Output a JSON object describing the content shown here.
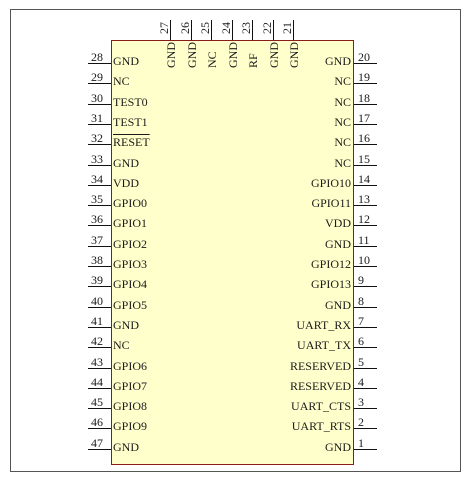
{
  "left_pins": [
    {
      "num": "28",
      "name": "GND"
    },
    {
      "num": "29",
      "name": "NC"
    },
    {
      "num": "30",
      "name": "TEST0"
    },
    {
      "num": "31",
      "name": "TEST1"
    },
    {
      "num": "32",
      "name": "RESET"
    },
    {
      "num": "33",
      "name": "GND"
    },
    {
      "num": "34",
      "name": "VDD"
    },
    {
      "num": "35",
      "name": "GPIO0"
    },
    {
      "num": "36",
      "name": "GPIO1"
    },
    {
      "num": "37",
      "name": "GPIO2"
    },
    {
      "num": "38",
      "name": "GPIO3"
    },
    {
      "num": "39",
      "name": "GPIO4"
    },
    {
      "num": "40",
      "name": "GPIO5"
    },
    {
      "num": "41",
      "name": "GND"
    },
    {
      "num": "42",
      "name": "NC"
    },
    {
      "num": "43",
      "name": "GPIO6"
    },
    {
      "num": "44",
      "name": "GPIO7"
    },
    {
      "num": "45",
      "name": "GPIO8"
    },
    {
      "num": "46",
      "name": "GPIO9"
    },
    {
      "num": "47",
      "name": "GND"
    }
  ],
  "right_pins": [
    {
      "num": "20",
      "name": "GND"
    },
    {
      "num": "19",
      "name": "NC"
    },
    {
      "num": "18",
      "name": "NC"
    },
    {
      "num": "17",
      "name": "NC"
    },
    {
      "num": "16",
      "name": "NC"
    },
    {
      "num": "15",
      "name": "NC"
    },
    {
      "num": "14",
      "name": "GPIO10"
    },
    {
      "num": "13",
      "name": "GPIO11"
    },
    {
      "num": "12",
      "name": "VDD"
    },
    {
      "num": "11",
      "name": "GND"
    },
    {
      "num": "10",
      "name": "GPIO12"
    },
    {
      "num": "9",
      "name": "GPIO13"
    },
    {
      "num": "8",
      "name": "GND"
    },
    {
      "num": "7",
      "name": "UART_RX"
    },
    {
      "num": "6",
      "name": "UART_TX"
    },
    {
      "num": "5",
      "name": "RESERVED"
    },
    {
      "num": "4",
      "name": "RESERVED"
    },
    {
      "num": "3",
      "name": "UART_CTS"
    },
    {
      "num": "2",
      "name": "UART_RTS"
    },
    {
      "num": "1",
      "name": "GND"
    }
  ],
  "top_pins": [
    {
      "num": "27",
      "name": "GND"
    },
    {
      "num": "26",
      "name": "GND"
    },
    {
      "num": "25",
      "name": "NC"
    },
    {
      "num": "24",
      "name": "GND"
    },
    {
      "num": "23",
      "name": "RF"
    },
    {
      "num": "22",
      "name": "GND"
    },
    {
      "num": "21",
      "name": "GND"
    }
  ],
  "active_low_pins": [
    "32"
  ],
  "colors": {
    "body_fill": "#ffffcc",
    "body_border": "#8b1a1a",
    "lines": "#111111"
  }
}
